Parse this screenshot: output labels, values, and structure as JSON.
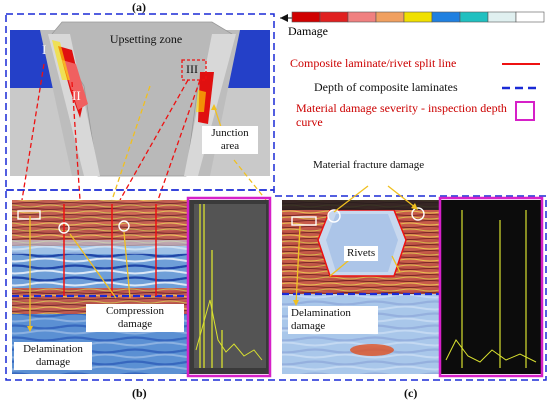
{
  "panel_labels": {
    "a": "(a)",
    "b": "(b)",
    "c": "(c)"
  },
  "colorbar": {
    "label": "Damage",
    "colors": [
      "#d00000",
      "#e02020",
      "#f08080",
      "#f0a060",
      "#f0e000",
      "#2080e0",
      "#20c0c0",
      "#e0f0f0",
      "#ffffff"
    ]
  },
  "legend": [
    {
      "text": "Composite laminate/rivet split line",
      "line_color": "#ee1111",
      "style": "solid"
    },
    {
      "text": "Depth of composite laminates",
      "line_color": "#1a2ad6",
      "style": "dashed"
    },
    {
      "text": "Material damage severity - inspection depth curve",
      "line_color": "#d620c8",
      "style": "box"
    }
  ],
  "panel_a": {
    "zone_label": "Upsetting zone",
    "regions": [
      "I",
      "II",
      "III"
    ],
    "junction_label": "Junction area"
  },
  "annotations": {
    "material_fracture": "Material fracture damage",
    "compression": "Compression damage",
    "delamination_b": "Delamination damage",
    "rivets": "Rivets",
    "delamination_c": "Delamination damage"
  }
}
